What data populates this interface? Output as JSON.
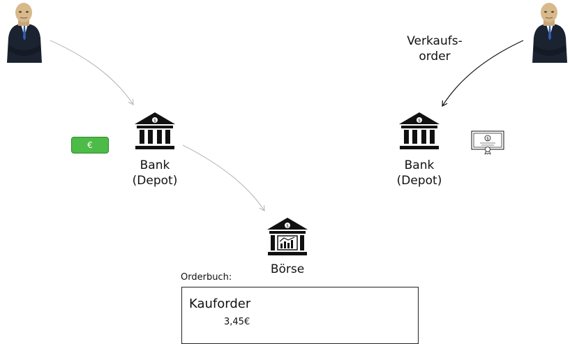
{
  "participants": {
    "buyer": {
      "icon": "business-person-icon"
    },
    "seller": {
      "icon": "business-person-icon",
      "order_label_line1": "Verkaufs-",
      "order_label_line2": "order"
    }
  },
  "banks": {
    "left": {
      "icon": "bank-icon",
      "line1": "Bank",
      "line2": "(Depot)"
    },
    "right": {
      "icon": "bank-icon",
      "line1": "Bank",
      "line2": "(Depot)"
    }
  },
  "money": {
    "icon": "banknote-icon",
    "symbol": "€",
    "color": "#4cbb47"
  },
  "security": {
    "icon": "stock-certificate-icon"
  },
  "exchange": {
    "icon": "stock-exchange-icon",
    "label": "Börse"
  },
  "orderbook": {
    "title": "Orderbuch:",
    "entries": [
      {
        "type": "Kauforder",
        "price": "3,45€"
      }
    ]
  },
  "colors": {
    "inactive_arrow": "#bdbdbd",
    "active_arrow": "#111111"
  }
}
